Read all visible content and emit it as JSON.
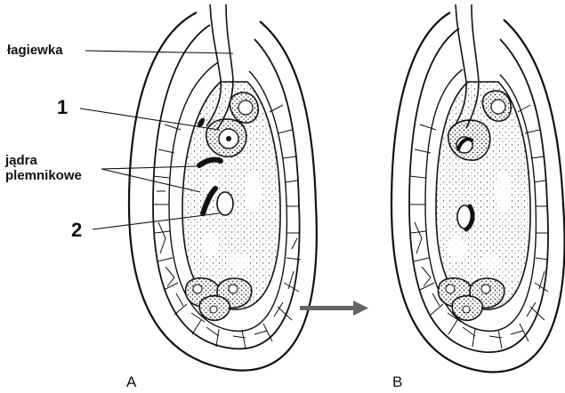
{
  "labels": {
    "pollen_tube": "łagiewka",
    "marker_1": "1",
    "sperm_nuclei_line1": "jądra",
    "sperm_nuclei_line2": "plemnikowe",
    "marker_2": "2",
    "panel_a": "A",
    "panel_b": "B"
  },
  "colors": {
    "ink": "#111111",
    "stipple": "#555555",
    "arrow": "#666666",
    "background": "#ffffff"
  }
}
